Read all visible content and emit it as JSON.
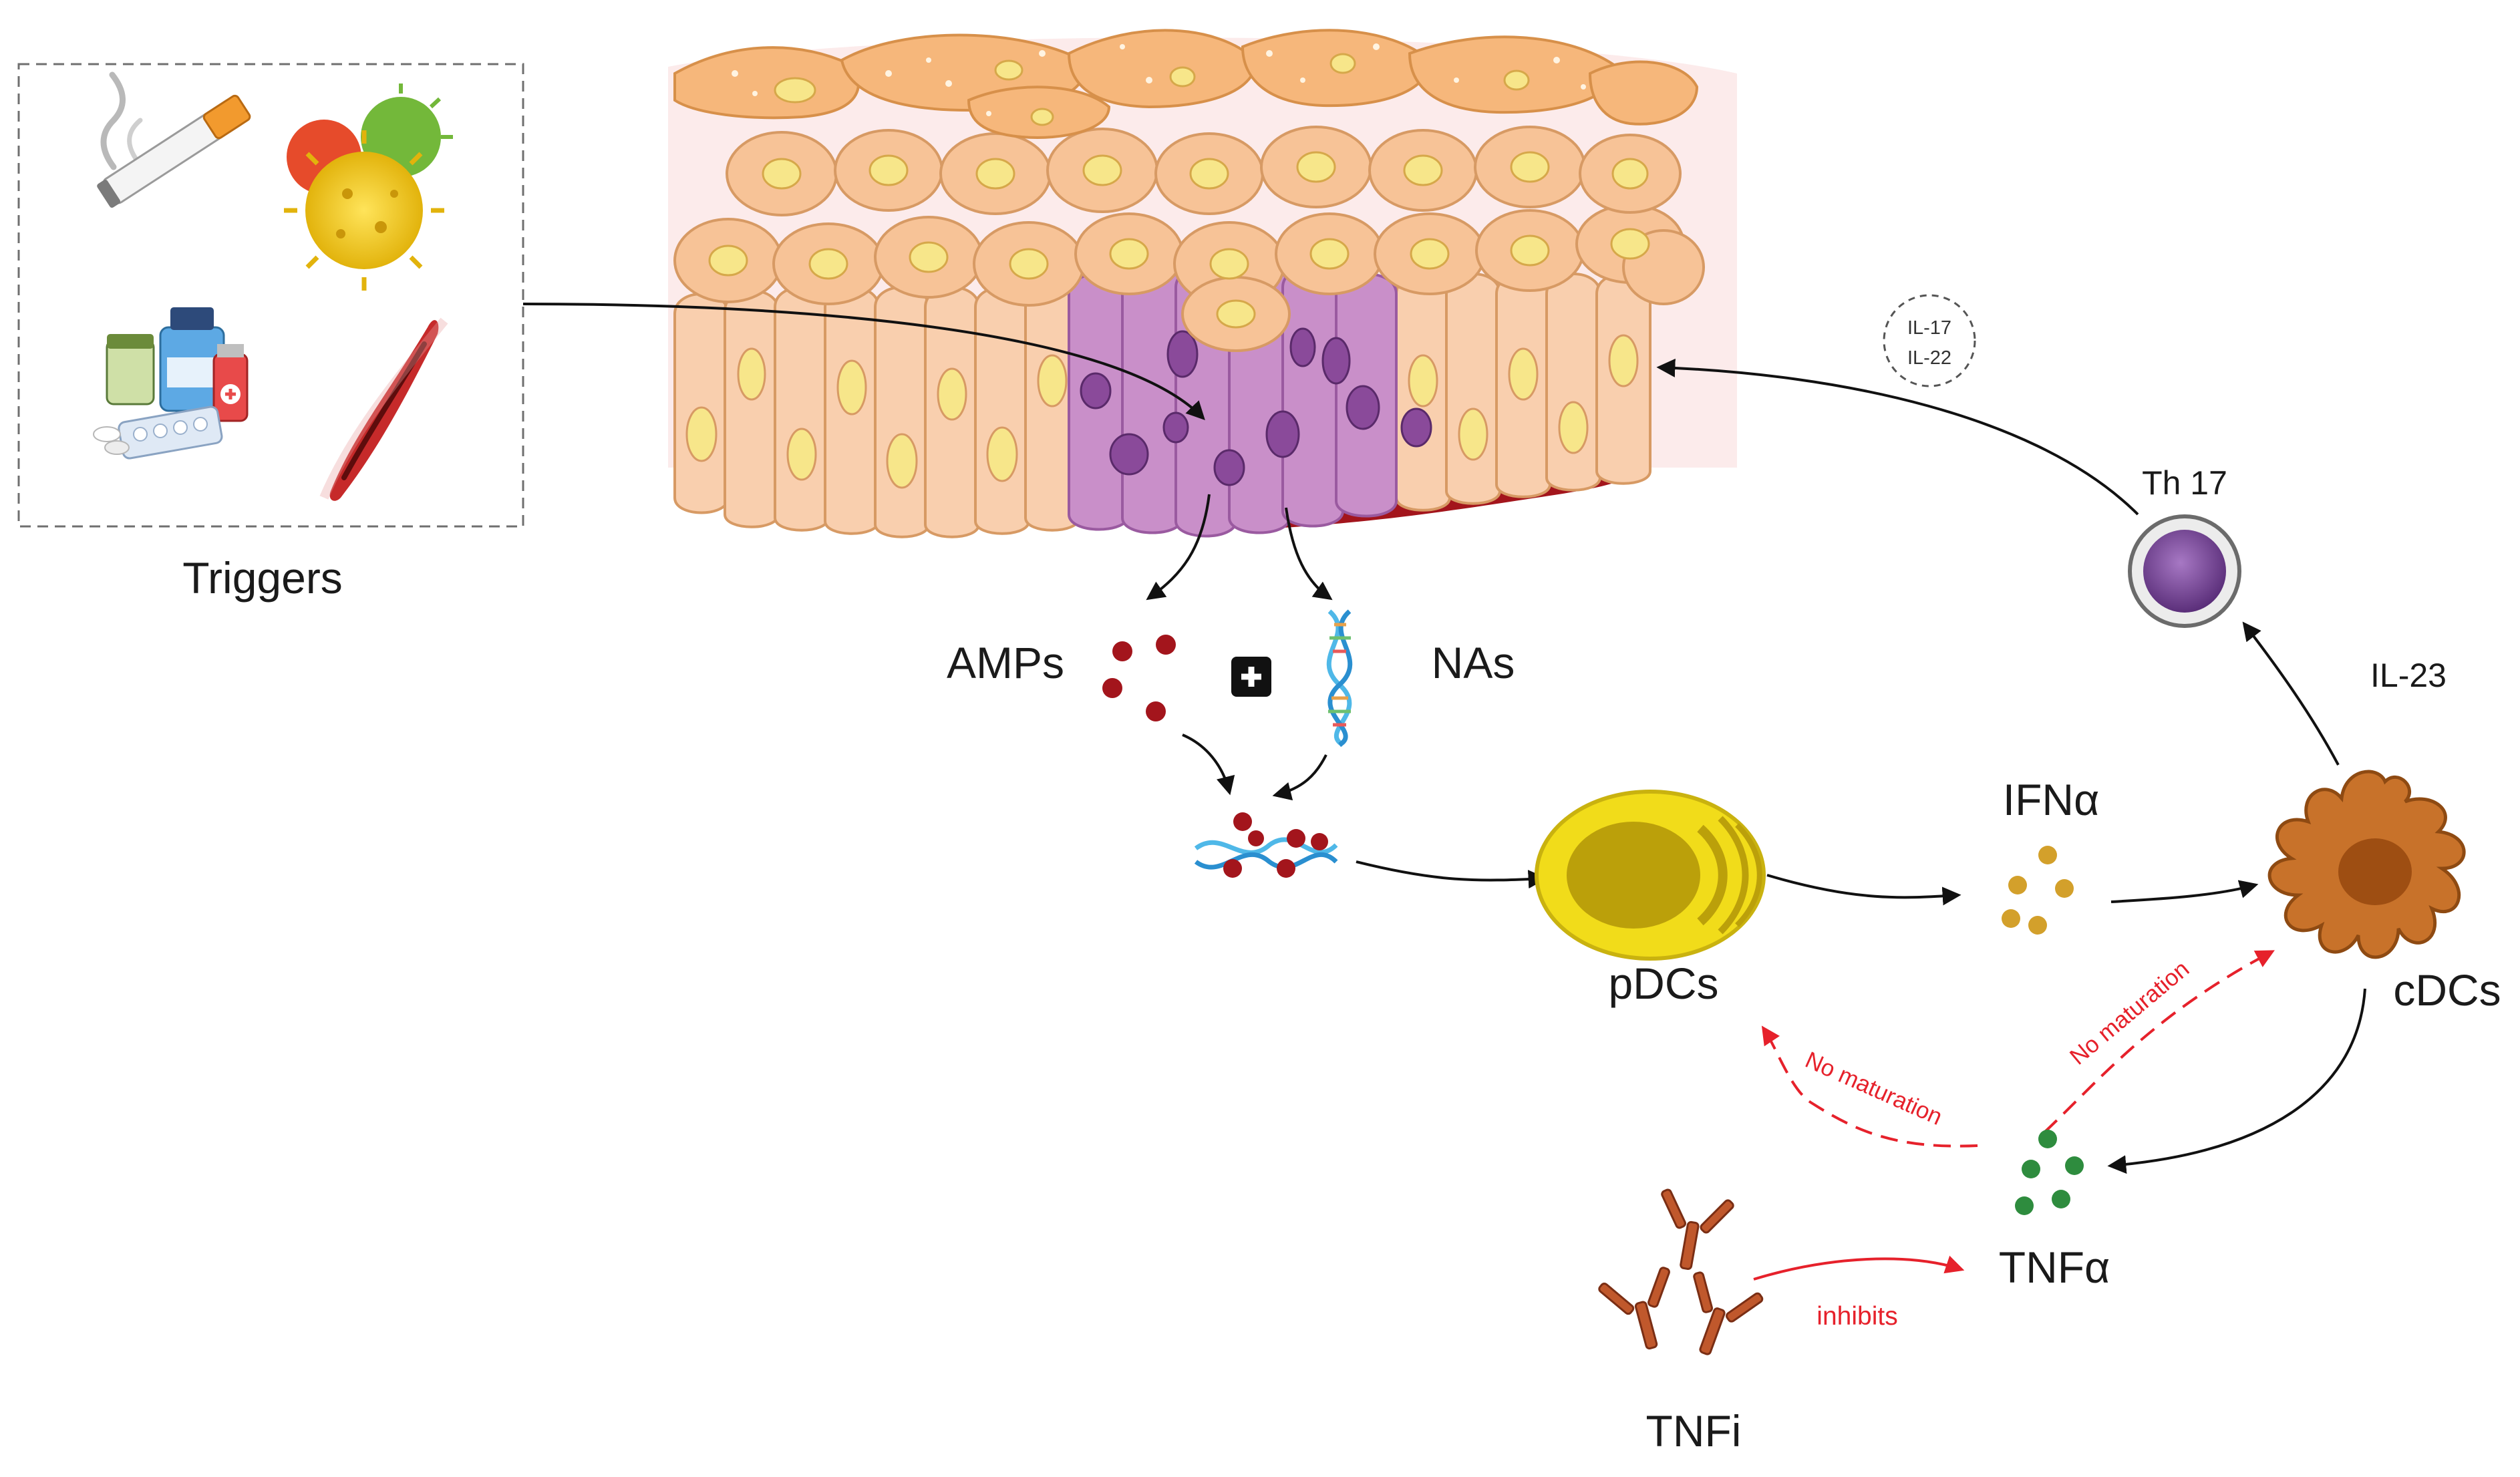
{
  "colors": {
    "arrow": "#111111",
    "inhibit": "#e6212b",
    "cell_fill": "#f7caa3",
    "cell_stroke": "#d79a64",
    "nucleus": "#f7e68a",
    "purple_cell": "#c98fc9",
    "blood": "#a3151c",
    "amp": "#a3151c",
    "ifn": "#d3a02b",
    "tnf": "#2e8c3e",
    "pdc": "#e8cf18",
    "cdc": "#c8722a",
    "th17": "#7b4a98"
  },
  "labels": {
    "triggers": "Triggers",
    "amps": "AMPs",
    "nas": "NAs",
    "plus": "+",
    "pdcs": "pDCs",
    "ifna": "IFNα",
    "cdcs": "cDCs",
    "il23": "IL-23",
    "th17": "Th 17",
    "il17": "IL-17",
    "il22": "IL-22",
    "tnfa": "TNFα",
    "tnfi": "TNFi",
    "inhibits": "inhibits",
    "no_maturation_pdc": "No maturation",
    "no_maturation_cdc": "No maturation"
  },
  "trigger_icons": [
    "cigarette-icon",
    "virus-icon",
    "drugs-icon",
    "wound-icon"
  ]
}
